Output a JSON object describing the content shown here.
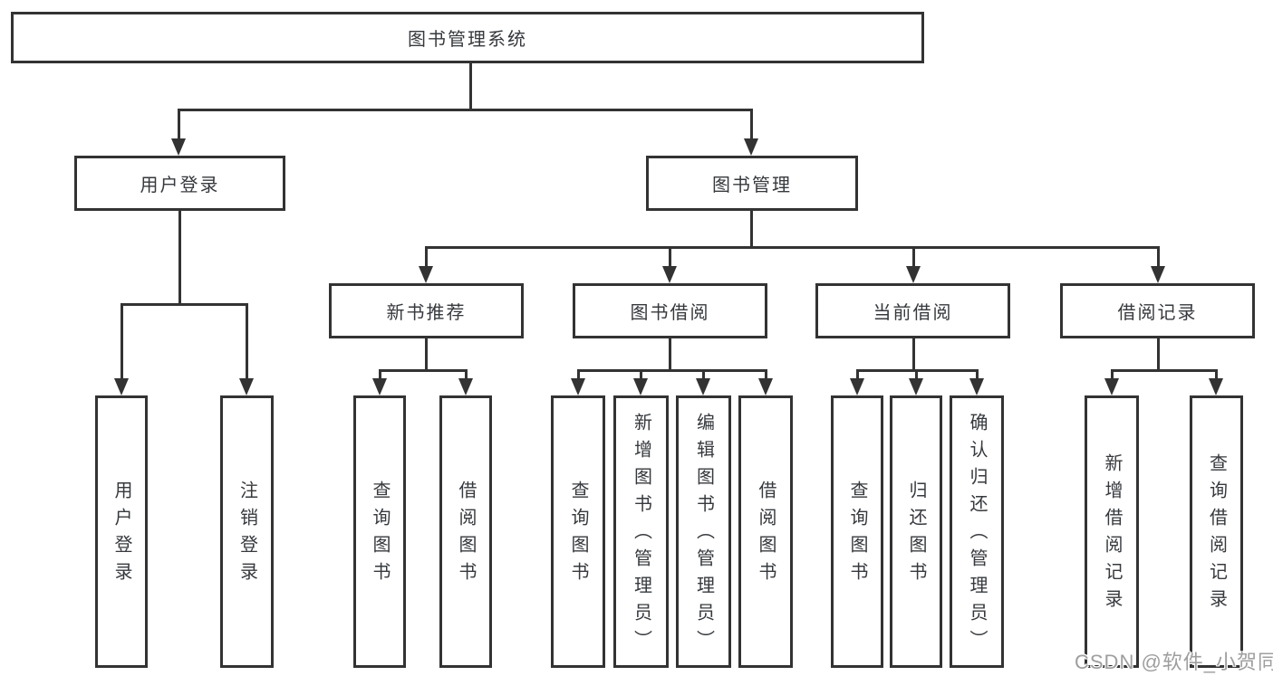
{
  "diagram": {
    "type": "hierarchy-tree",
    "root_label": "图书管理系统",
    "level2": [
      "用户登录",
      "图书管理"
    ],
    "level3": [
      "新书推荐",
      "图书借阅",
      "当前借阅",
      "借阅记录"
    ],
    "leaves": {
      "user_login": [
        "用户登录",
        "注销登录"
      ],
      "new_book_recommend": [
        "查询图书",
        "借阅图书"
      ],
      "book_borrow": [
        "查询图书",
        "新增图书（管理员）",
        "编辑图书（管理员）",
        "借阅图书"
      ],
      "current_borrow": [
        "查询图书",
        "归还图书",
        "确认归还（管理员）"
      ],
      "borrow_records": [
        "新增借阅记录",
        "查询借阅记录"
      ]
    },
    "colors": {
      "line": "#333333",
      "text": "#36393d",
      "background": "#ffffff",
      "watermark": "#9e9e9e"
    }
  },
  "watermark_text": "CSDN @软件_小贺同学"
}
